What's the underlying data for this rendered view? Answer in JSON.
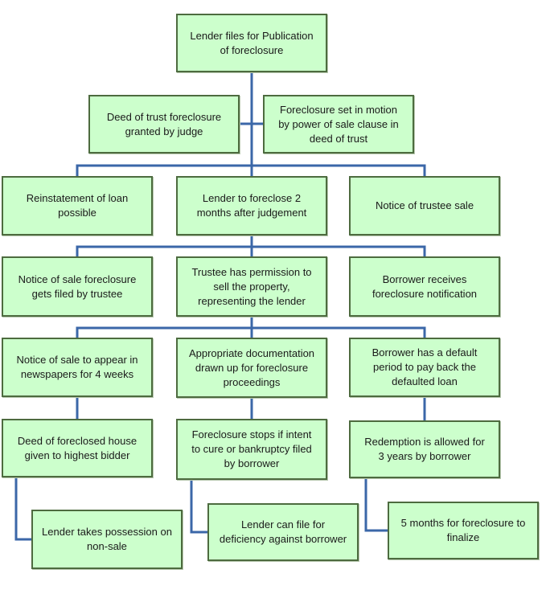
{
  "colors": {
    "box_fill": "#ccffcc",
    "box_border": "#4d6b3f",
    "connector": "#3b67a8"
  },
  "nodes": {
    "n1": "Lender files for Publication\nof foreclosure",
    "n2": "Deed of trust foreclosure\ngranted by judge",
    "n3": "Foreclosure set in motion\nby power of sale clause in\ndeed of trust",
    "n4": "Reinstatement of loan\npossible",
    "n5": "Lender to foreclose 2\nmonths after judgement",
    "n6": "Notice of trustee sale",
    "n7": "Notice of sale foreclosure\ngets filed by trustee",
    "n8": "Trustee has permission to\nsell the property,\nrepresenting the lender",
    "n9": "Borrower receives\nforeclosure notification",
    "n10": "Notice of sale to appear in\nnewspapers for 4 weeks",
    "n11": "Appropriate documentation\ndrawn up for foreclosure\nproceedings",
    "n12": "Borrower has a default\nperiod to pay back the\ndefaulted loan",
    "n13": "Deed of foreclosed house\ngiven to highest bidder",
    "n14": "Foreclosure stops if intent\nto cure or bankruptcy filed\nby borrower",
    "n15": "Redemption  is allowed  for\n3 years by borrower",
    "n16": "Lender takes possession  on\nnon-sale",
    "n17": "Lender can file for\ndeficiency against borrower",
    "n18": "5 months for foreclosure to\nfinalize"
  }
}
